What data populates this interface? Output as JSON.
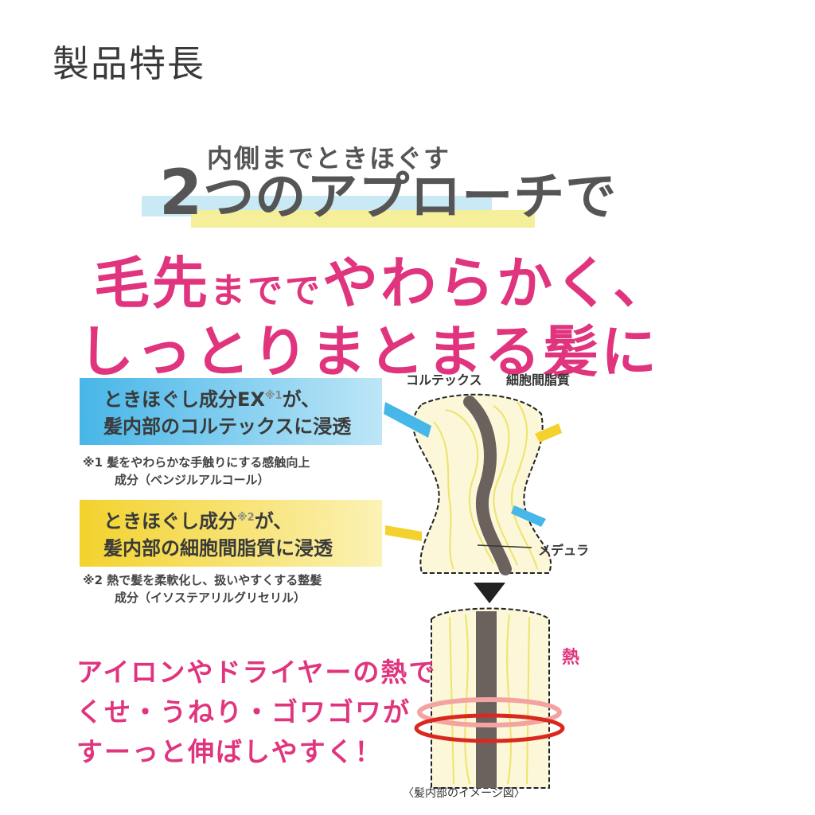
{
  "page": {
    "heading": "製品特長"
  },
  "ad": {
    "kicker": "内側までときほぐす",
    "headline_num": "2",
    "headline_rest": "つのアプローチで",
    "pink_line1_a": "毛先",
    "pink_line1_b": "までで",
    "pink_line1_c": "やわらかく、",
    "pink_line2": "しっとりまとまる髪に",
    "box1_line1": "ときほぐし成分EX",
    "box1_sup": "※1",
    "box1_line1_end": "が、",
    "box1_line2": "髪内部のコルテックスに浸透",
    "note1_line1": "※1 髪をやわらかな手触りにする感触向上",
    "note1_line2": "成分（ベンジルアルコール）",
    "box2_line1": "ときほぐし成分",
    "box2_sup": "※2",
    "box2_line1_end": "が、",
    "box2_line2": "髪内部の細胞間脂質に浸透",
    "note2_line1": "※2 熱で髪を柔軟化し、扱いやすくする整髪",
    "note2_line2": "成分（イソステアリルグリセリル）",
    "pink3_line1": "アイロンやドライヤーの熱で",
    "pink3_line2": "くせ・うねり・ゴワゴワが",
    "pink3_line3": "すーっと伸ばしやすく！"
  },
  "diagram": {
    "label_cortex": "コルテックス",
    "label_cmc": "細胞間脂質",
    "label_medulla": "メデュラ",
    "label_heat": "熱",
    "caption": "〈髪内部のイメージ図〉"
  },
  "colors": {
    "pink": "#e0357e",
    "blue": "#47b6e8",
    "yellow": "#f3d22d",
    "hair_core": "#6b625e"
  }
}
